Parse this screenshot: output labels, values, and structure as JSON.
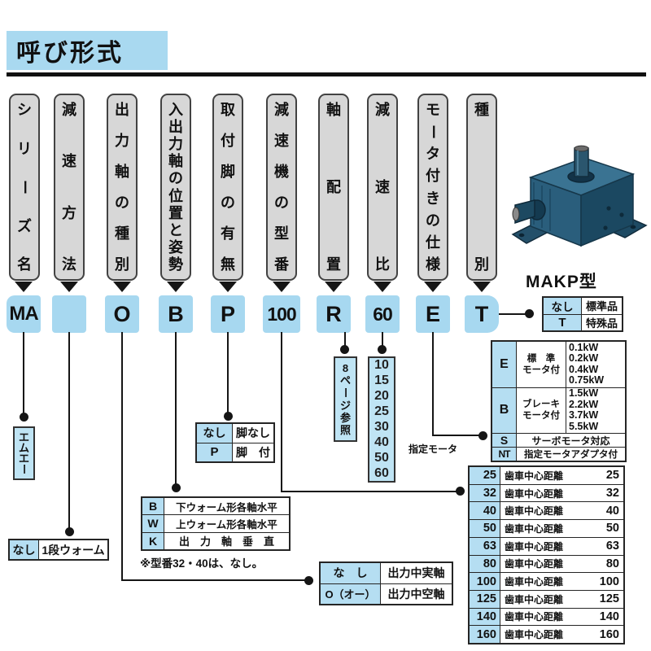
{
  "title": "呼び形式",
  "columns": [
    {
      "label": "シリーズ名",
      "code": "MA"
    },
    {
      "label": "減速方法",
      "code": ""
    },
    {
      "label": "出力軸の種別",
      "code": "O"
    },
    {
      "label": "入出力軸の位置と姿勢",
      "code": "B"
    },
    {
      "label": "取付脚の有無",
      "code": "P"
    },
    {
      "label": "減速機の型番",
      "code": "100"
    },
    {
      "label": "軸配置",
      "code": "R"
    },
    {
      "label": "減速比",
      "code": "60"
    },
    {
      "label": "モータ付きの仕様",
      "code": "E"
    },
    {
      "label": "種別",
      "code": "T"
    }
  ],
  "product": {
    "caption": "MAKP型"
  },
  "callouts": {
    "series": {
      "text": "エムエー"
    },
    "reduction_method": {
      "rows": [
        {
          "code": "なし",
          "label": "1段ウォーム"
        }
      ]
    },
    "output_shaft_type": {
      "rows": [
        {
          "code": "な　し",
          "label": "出力中実軸"
        },
        {
          "code": "O（オー）",
          "label": "出力中空軸"
        }
      ]
    },
    "shaft_position": {
      "rows": [
        {
          "code": "B",
          "label": "下ウォーム形各軸水平"
        },
        {
          "code": "W",
          "label": "上ウォーム形各軸水平"
        },
        {
          "code": "K",
          "label": "出　力　軸　垂　直"
        }
      ],
      "note": "※型番32・40は、なし。"
    },
    "mounting_legs": {
      "rows": [
        {
          "code": "なし",
          "label": "脚なし"
        },
        {
          "code": "P",
          "label": "脚　付"
        }
      ]
    },
    "shaft_arrangement": {
      "text": "8ページ参照"
    },
    "reduction_ratio": {
      "values": [
        "10",
        "15",
        "20",
        "25",
        "30",
        "40",
        "50",
        "60"
      ]
    },
    "motor_spec": {
      "groups": [
        {
          "code": "E",
          "line1": "標　準",
          "line2": "モータ付",
          "values": [
            "0.1kW",
            "0.2kW",
            "0.4kW",
            "0.75kW"
          ]
        },
        {
          "code": "B",
          "line1": "ブレーキ",
          "line2": "モータ付",
          "values": [
            "1.5kW",
            "2.2kW",
            "3.7kW",
            "5.5kW"
          ]
        }
      ],
      "singles": [
        {
          "code": "S",
          "label": "サーボモータ対応"
        },
        {
          "code": "NT",
          "label": "指定モータアダプタ付"
        }
      ],
      "side_note": "指定モータ"
    },
    "model_number": {
      "rows": [
        {
          "code": "25",
          "label": "歯車中心距離",
          "value": "25"
        },
        {
          "code": "32",
          "label": "歯車中心距離",
          "value": "32"
        },
        {
          "code": "40",
          "label": "歯車中心距離",
          "value": "40"
        },
        {
          "code": "50",
          "label": "歯車中心距離",
          "value": "50"
        },
        {
          "code": "63",
          "label": "歯車中心距離",
          "value": "63"
        },
        {
          "code": "80",
          "label": "歯車中心距離",
          "value": "80"
        },
        {
          "code": "100",
          "label": "歯車中心距離",
          "value": "100"
        },
        {
          "code": "125",
          "label": "歯車中心距離",
          "value": "125"
        },
        {
          "code": "140",
          "label": "歯車中心距離",
          "value": "140"
        },
        {
          "code": "160",
          "label": "歯車中心距離",
          "value": "160"
        }
      ]
    },
    "type": {
      "rows": [
        {
          "code": "なし",
          "label": "標準品"
        },
        {
          "code": "T",
          "label": "特殊品"
        }
      ]
    }
  },
  "colors": {
    "accent_blue": "#a7d8f0",
    "cell_blue": "#b5def2",
    "box_gray": "#d7d7d7",
    "line": "#151515"
  }
}
